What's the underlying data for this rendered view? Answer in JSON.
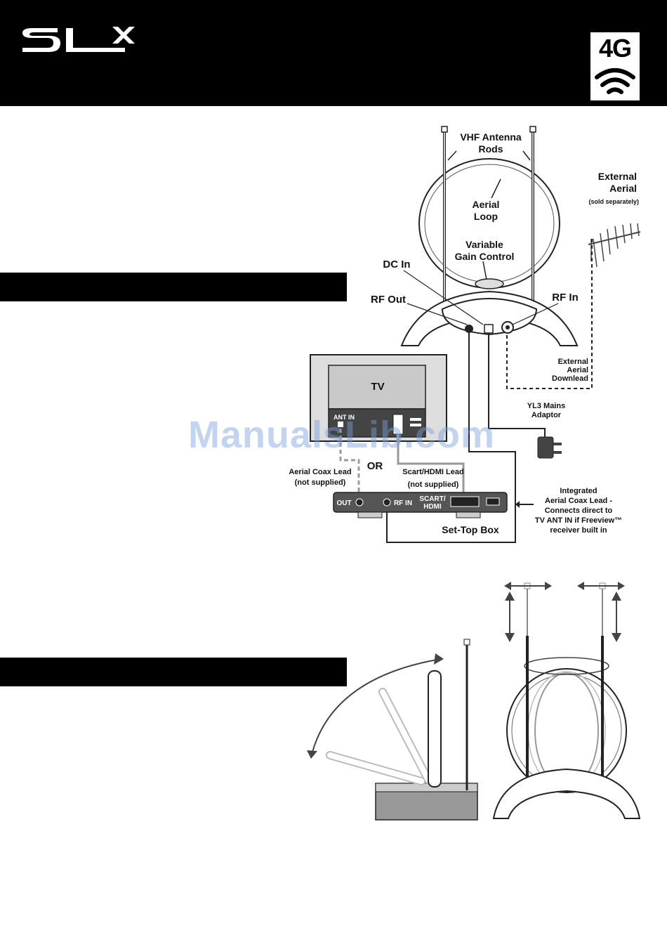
{
  "header": {
    "badge": "4G"
  },
  "antenna": {
    "vhf_rods": [
      "VHF Antenna",
      "Rods"
    ],
    "aerial_loop": [
      "Aerial",
      "Loop"
    ],
    "gain_control": [
      "Variable",
      "Gain Control"
    ],
    "dc_in": "DC In",
    "rf_out": "RF Out",
    "rf_in": "RF In",
    "external_aerial": [
      "External",
      "Aerial"
    ],
    "sold_separately": "(sold separately)",
    "external_downlead": [
      "External",
      "Aerial",
      "Downlead"
    ]
  },
  "tv": {
    "label": "TV",
    "ant_in": "ANT IN"
  },
  "mains": [
    "YL3 Mains",
    "Adaptor"
  ],
  "or": "OR",
  "coax_lead": [
    "Aerial Coax Lead",
    "(not supplied)"
  ],
  "scart_lead": [
    "Scart/HDMI Lead",
    "(not supplied)"
  ],
  "stb": {
    "out": "OUT",
    "rf_in": "RF IN",
    "scart": [
      "SCART/",
      "HDMI"
    ],
    "label": "Set-Top Box"
  },
  "integrated": [
    "Integrated",
    "Aerial Coax Lead -",
    "Connects direct to",
    "TV ANT IN if Freeview™",
    "receiver built in"
  ],
  "watermark": "ManualsLib.com"
}
